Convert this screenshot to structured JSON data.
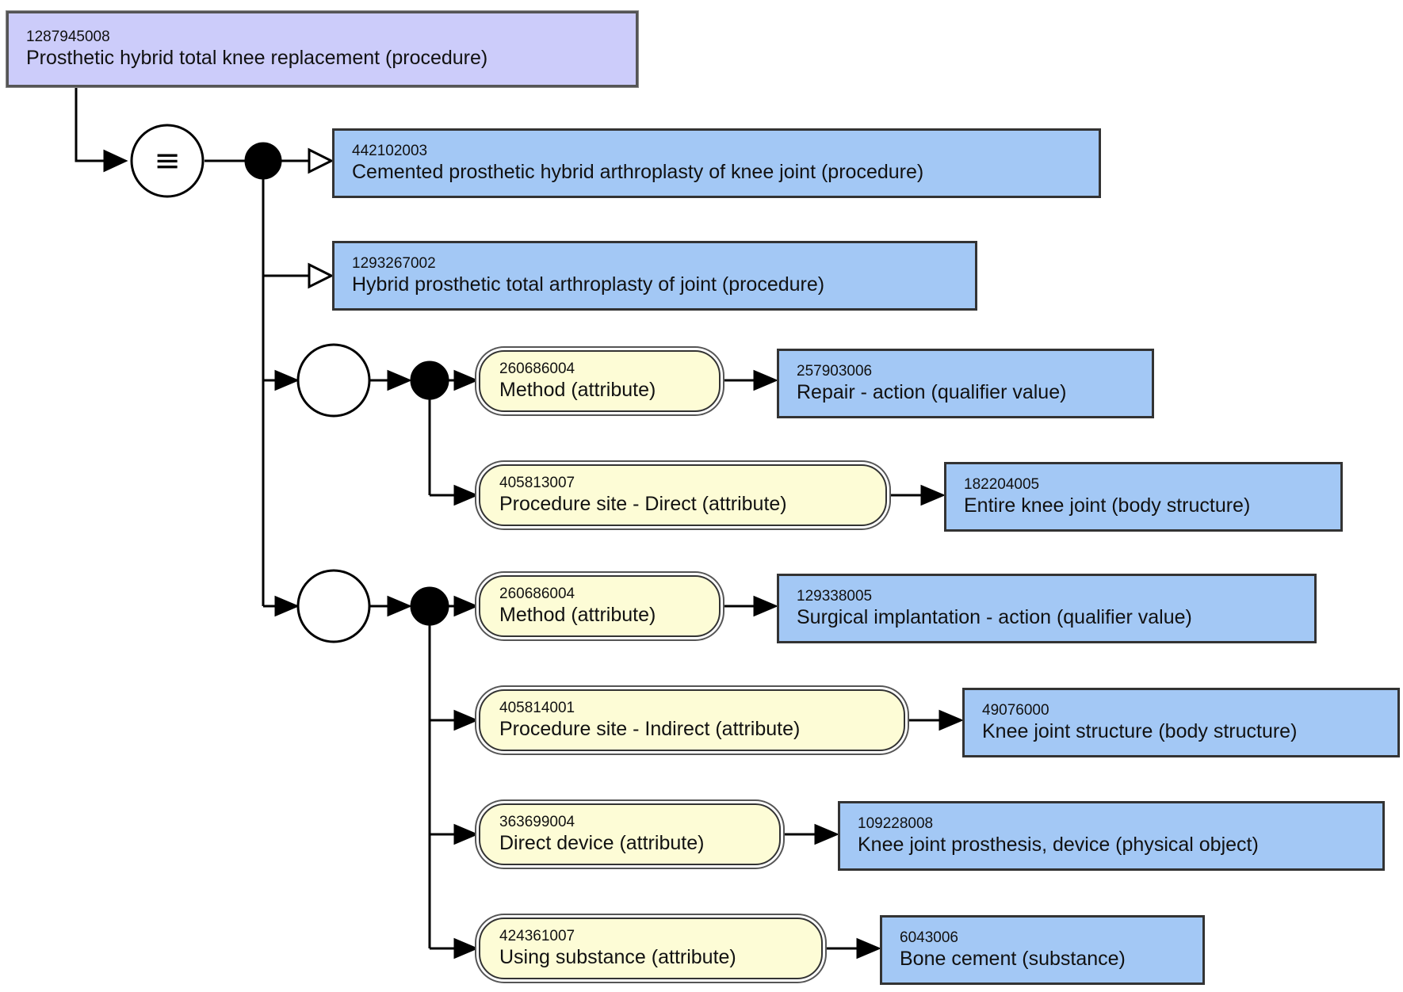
{
  "focus_concept": {
    "sctid": "1287945008",
    "term": "Prosthetic hybrid total knee replacement (procedure)"
  },
  "definition_status_icon": "equivalent-icon",
  "definition_status_symbol": "≡",
  "parents": [
    {
      "sctid": "442102003",
      "term": "Cemented prosthetic hybrid arthroplasty of knee joint (procedure)"
    },
    {
      "sctid": "1293267002",
      "term": "Hybrid prosthetic total arthroplasty of joint (procedure)"
    }
  ],
  "role_groups": [
    {
      "attributes": [
        {
          "attribute": {
            "sctid": "260686004",
            "term": "Method (attribute)"
          },
          "value": {
            "sctid": "257903006",
            "term": "Repair - action (qualifier value)"
          }
        },
        {
          "attribute": {
            "sctid": "405813007",
            "term": "Procedure site - Direct (attribute)"
          },
          "value": {
            "sctid": "182204005",
            "term": "Entire knee joint (body structure)"
          }
        }
      ]
    },
    {
      "attributes": [
        {
          "attribute": {
            "sctid": "260686004",
            "term": "Method (attribute)"
          },
          "value": {
            "sctid": "129338005",
            "term": "Surgical implantation - action (qualifier value)"
          }
        },
        {
          "attribute": {
            "sctid": "405814001",
            "term": "Procedure site - Indirect (attribute)"
          },
          "value": {
            "sctid": "49076000",
            "term": "Knee joint structure (body structure)"
          }
        },
        {
          "attribute": {
            "sctid": "363699004",
            "term": "Direct device (attribute)"
          },
          "value": {
            "sctid": "109228008",
            "term": "Knee joint prosthesis, device (physical object)"
          }
        },
        {
          "attribute": {
            "sctid": "424361007",
            "term": "Using substance (attribute)"
          },
          "value": {
            "sctid": "6043006",
            "term": "Bone cement (substance)"
          }
        }
      ]
    }
  ],
  "colors": {
    "focus_fill": "#ccccfa",
    "concept_fill": "#a3c8f5",
    "attribute_fill": "#fdfcd6",
    "line": "#000000"
  }
}
